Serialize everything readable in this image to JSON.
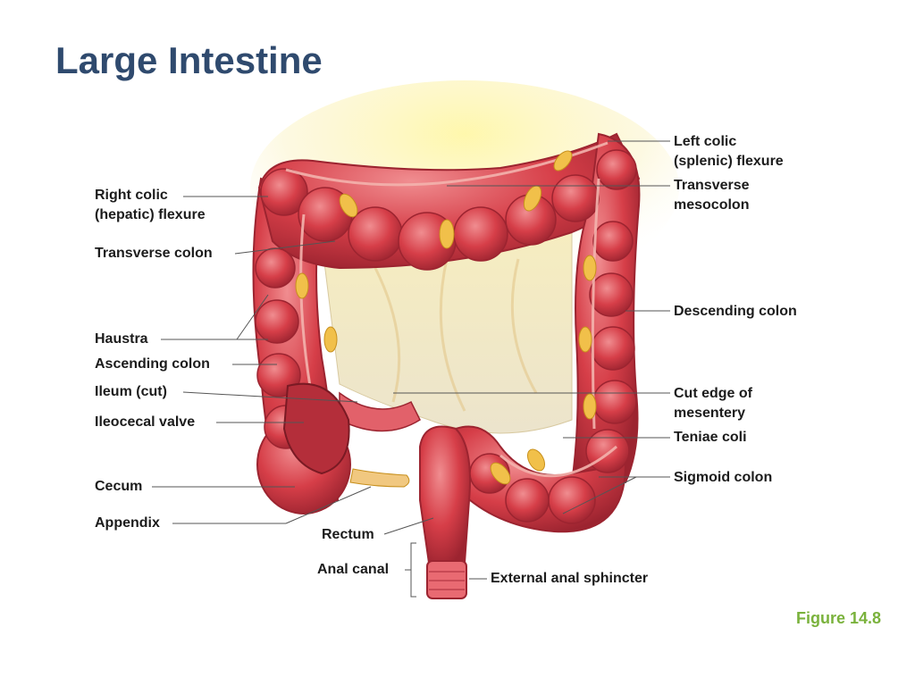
{
  "title": "Large Intestine",
  "caption": "Figure 14.8",
  "colors": {
    "title": "#2f4a6e",
    "caption": "#7ab23c",
    "colon": "#cf3a44",
    "colon_dark": "#8c1e2a",
    "colon_highlight": "#ee7b80",
    "fat": "#f1c04a",
    "mesentery": "#f4e9b8",
    "leader": "#555555"
  },
  "labels": {
    "right_colic_1": "Right colic",
    "right_colic_2": "(hepatic) flexure",
    "transverse_colon": "Transverse colon",
    "haustra": "Haustra",
    "ascending_colon": "Ascending colon",
    "ileum": "Ileum (cut)",
    "ileocecal_valve": "Ileocecal valve",
    "cecum": "Cecum",
    "appendix": "Appendix",
    "rectum": "Rectum",
    "anal_canal": "Anal canal",
    "left_colic_1": "Left colic",
    "left_colic_2": "(splenic) flexure",
    "transverse_mesocolon_1": "Transverse",
    "transverse_mesocolon_2": "mesocolon",
    "descending_colon": "Descending colon",
    "cut_edge_1": "Cut edge of",
    "cut_edge_2": "mesentery",
    "teniae_coli": "Teniae coli",
    "sigmoid_colon": "Sigmoid colon",
    "external_anal_sphincter": "External anal sphincter"
  }
}
